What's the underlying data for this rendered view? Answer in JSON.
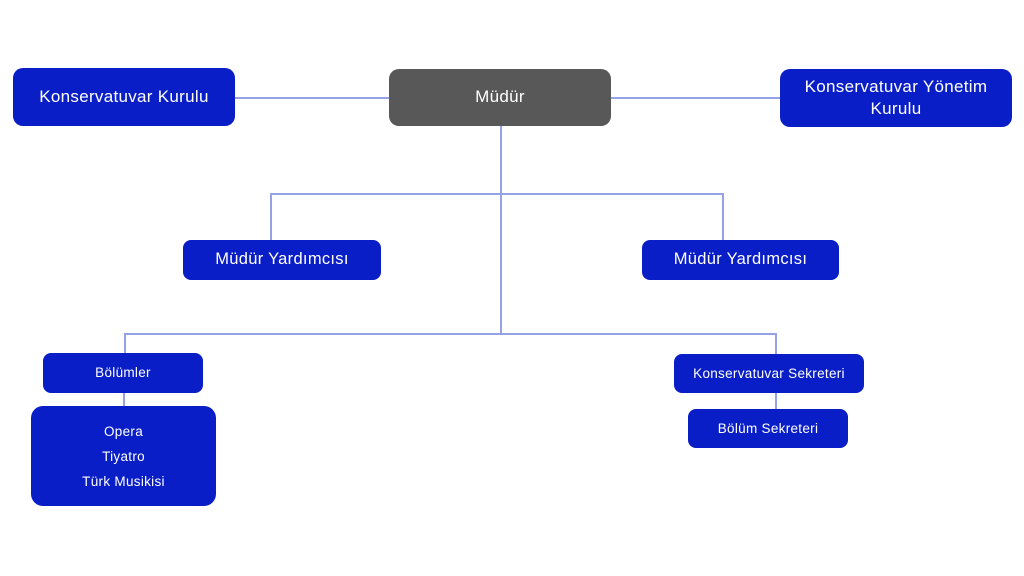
{
  "colors": {
    "node_blue": "#0a1ec8",
    "node_gray": "#585858",
    "connector": "#96a2e8",
    "node_text": "#ffffff",
    "page_bg": "#ffffff"
  },
  "nodes": {
    "konservatuvar_kurulu": {
      "label": "Konservatuvar Kurulu"
    },
    "mudur": {
      "label": "Müdür"
    },
    "konservatuvar_yonetim_kurulu": {
      "label": "Konservatuvar Yönetim Kurulu"
    },
    "mudur_yardimcisi_sol": {
      "label": "Müdür Yardımcısı"
    },
    "mudur_yardimcisi_sag": {
      "label": "Müdür Yardımcısı"
    },
    "bolumler": {
      "label": "Bölümler"
    },
    "bolum_listesi": {
      "items": [
        "Opera",
        "Tiyatro",
        "Türk Musikisi"
      ]
    },
    "konservatuvar_sekreteri": {
      "label": "Konservatuvar Sekreteri"
    },
    "bolum_sekreteri": {
      "label": "Bölüm Sekreteri"
    }
  },
  "edges": [
    {
      "from": "konservatuvar_kurulu",
      "to": "mudur",
      "type": "lateral"
    },
    {
      "from": "mudur",
      "to": "konservatuvar_yonetim_kurulu",
      "type": "lateral"
    },
    {
      "from": "mudur",
      "to": "mudur_yardimcisi_sol",
      "type": "reports"
    },
    {
      "from": "mudur",
      "to": "mudur_yardimcisi_sag",
      "type": "reports"
    },
    {
      "from": "mudur",
      "to": "bolumler",
      "type": "reports"
    },
    {
      "from": "mudur",
      "to": "konservatuvar_sekreteri",
      "type": "reports"
    },
    {
      "from": "bolumler",
      "to": "bolum_listesi",
      "type": "contains"
    },
    {
      "from": "konservatuvar_sekreteri",
      "to": "bolum_sekreteri",
      "type": "reports"
    }
  ]
}
